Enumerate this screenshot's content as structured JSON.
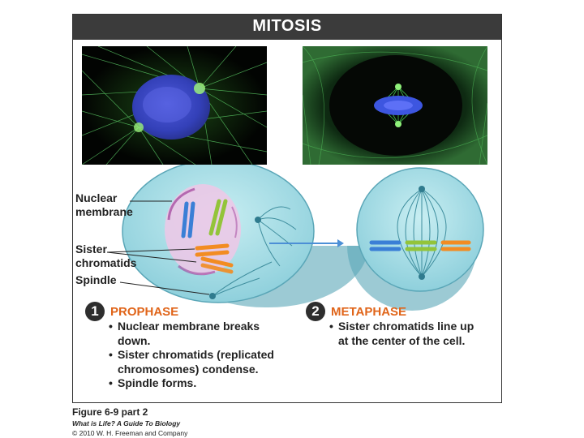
{
  "header": {
    "title": "MITOSIS"
  },
  "labels": {
    "nuclear_membrane": [
      "Nuclear",
      "membrane"
    ],
    "sister_chromatids": [
      "Sister",
      "chromatids"
    ],
    "spindle": "Spindle"
  },
  "steps": [
    {
      "number": "1",
      "title": "PROPHASE",
      "bullets": [
        [
          "Nuclear membrane breaks",
          "down."
        ],
        [
          "Sister chromatids (replicated",
          "chromosomes) condense."
        ],
        [
          "Spindle forms."
        ]
      ]
    },
    {
      "number": "2",
      "title": "METAPHASE",
      "bullets": [
        [
          "Sister chromatids line up",
          "at the center of the cell."
        ]
      ]
    }
  ],
  "bullet_glyph": "•",
  "caption": {
    "figure": "Figure 6-9 part 2",
    "book": "What is Life? A Guide To Biology",
    "copyright": "© 2010 W. H. Freeman and Company"
  },
  "colors": {
    "header_bg": "#3b3b3b",
    "step_title": "#e0651a",
    "cell_fill": "#a8dde4",
    "nucleus": "#e7bde0",
    "chromatid_blue": "#3a7fd6",
    "chromatid_green": "#93c43a",
    "chromatid_orange": "#f28c22"
  }
}
